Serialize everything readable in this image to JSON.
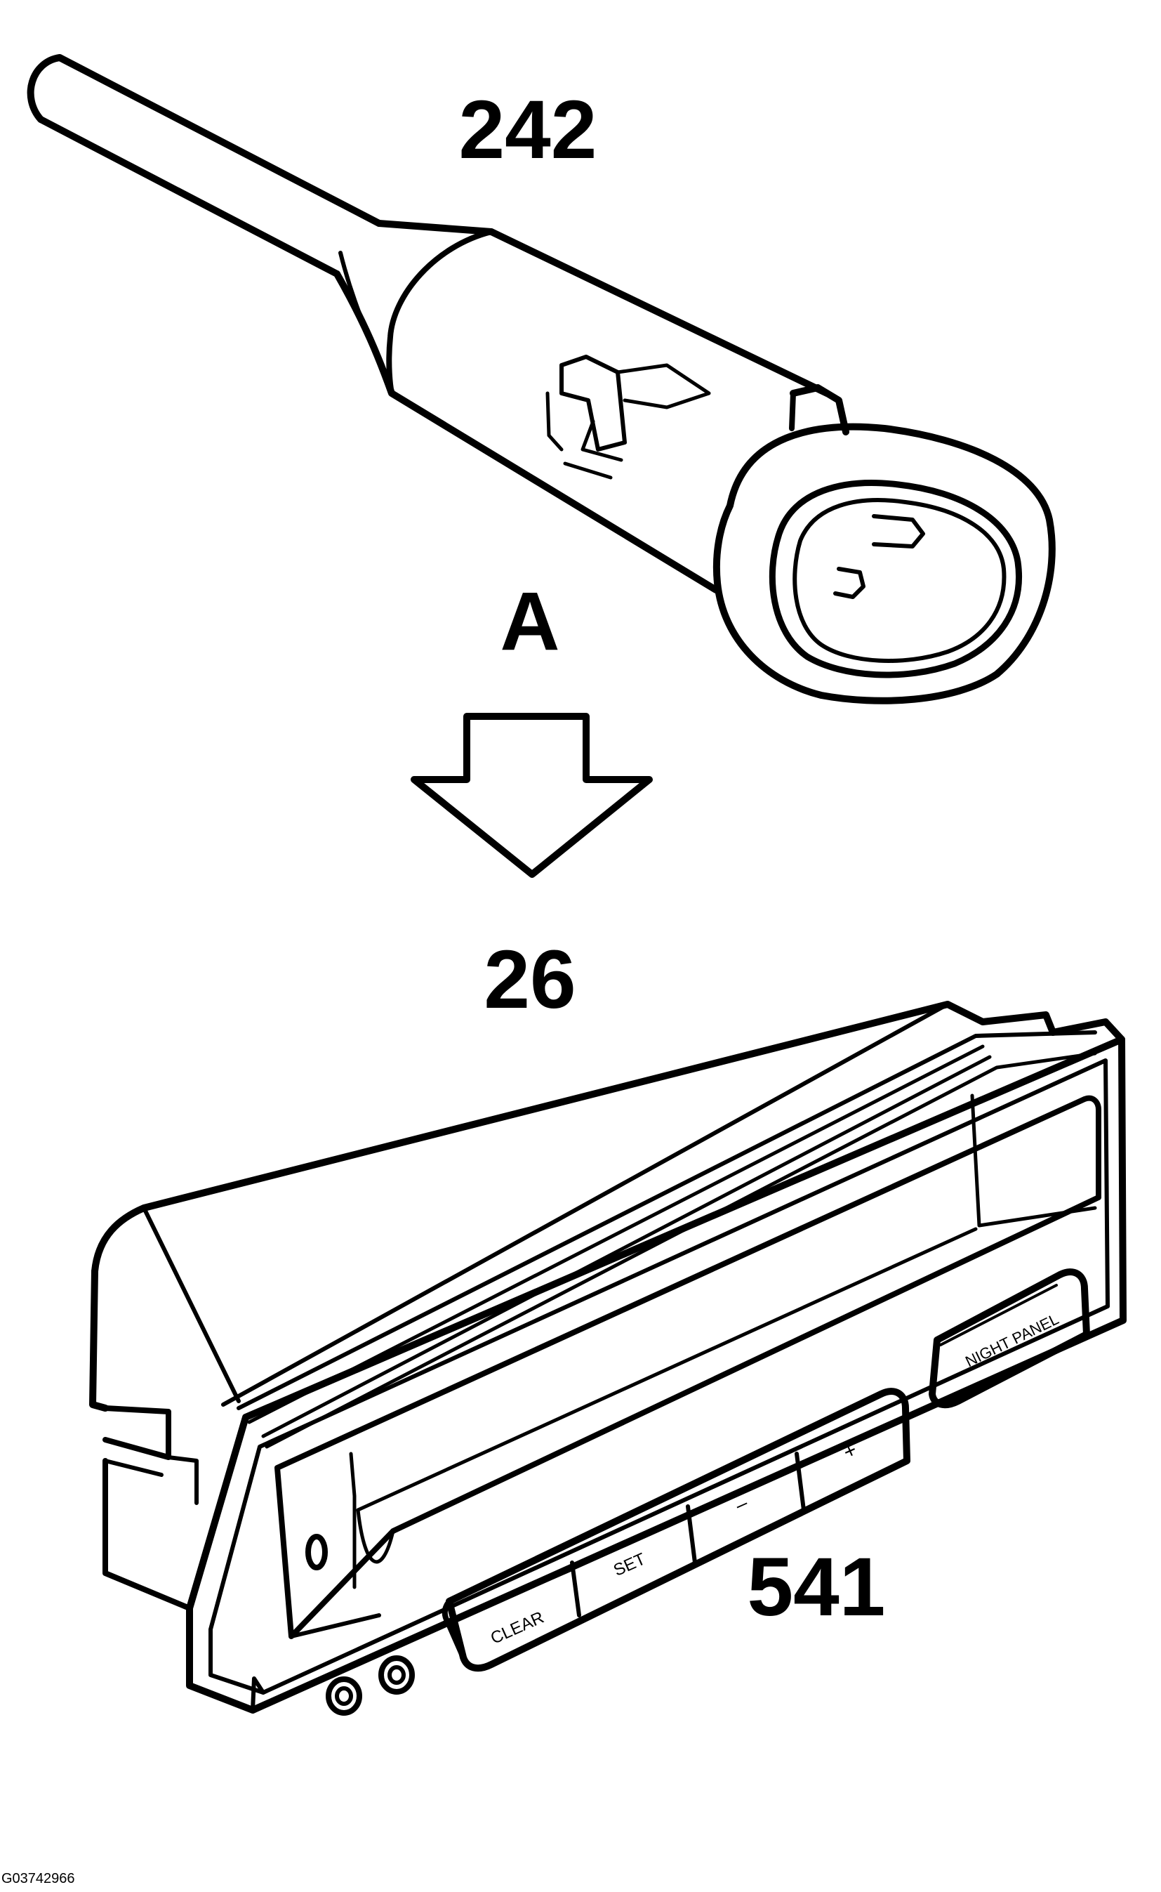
{
  "labels": {
    "connector": "242",
    "view": "A",
    "harness": "26",
    "module": "541"
  },
  "buttons": {
    "clear": "CLEAR",
    "set": "SET",
    "minus": "–",
    "plus": "+",
    "night_panel": "NIGHT PANEL"
  },
  "figure_id": "G03742966"
}
